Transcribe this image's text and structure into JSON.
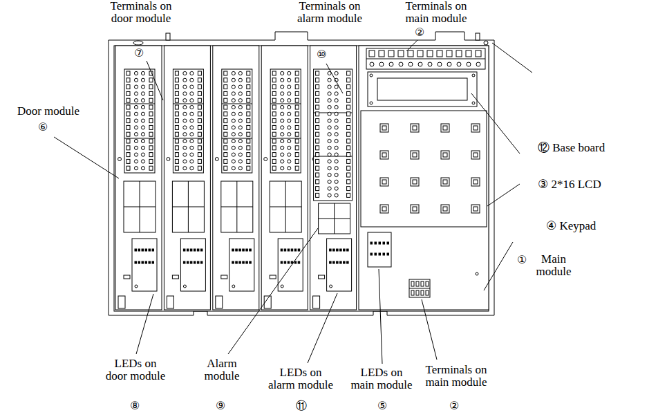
{
  "diagram": {
    "labels": [
      "Terminals on door module",
      "⑦",
      "Terminals on alarm module",
      "⑩",
      "Terminals on main module",
      "②",
      "Door module",
      "⑥",
      "⑫ Base board",
      "③ 2*16 LCD",
      "④ Keypad",
      "①",
      "Main module",
      "LEDs on door module",
      "⑧",
      "Alarm module",
      "⑨",
      "LEDs on alarm module",
      "⑪",
      "LEDs on main module",
      "⑤",
      "Terminals on main module",
      "②"
    ]
  }
}
